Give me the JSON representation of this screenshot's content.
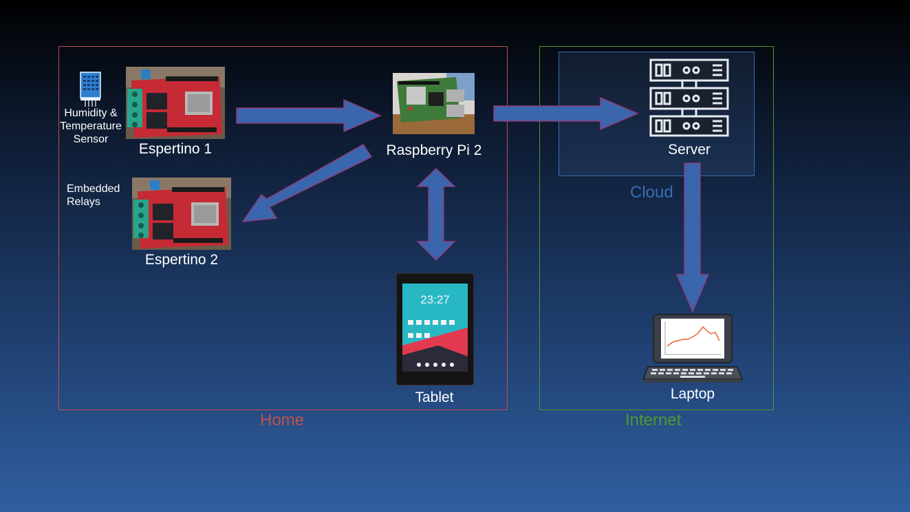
{
  "groups": {
    "home": {
      "label": "Home",
      "color": "#c0504d"
    },
    "internet": {
      "label": "Internet",
      "color": "#4e9a2e"
    },
    "cloud": {
      "label": "Cloud",
      "color": "#3a6db0"
    }
  },
  "nodes": {
    "sensor": {
      "label": "Humidity & Temperature Sensor"
    },
    "espertino1": {
      "label": "Espertino 1"
    },
    "relays": {
      "label": "Embedded Relays"
    },
    "espertino2": {
      "label": "Espertino 2"
    },
    "raspberry": {
      "label": "Raspberry Pi 2"
    },
    "tablet": {
      "label": "Tablet",
      "clock": "23:27"
    },
    "server": {
      "label": "Server"
    },
    "laptop": {
      "label": "Laptop"
    }
  },
  "edges": [
    {
      "from": "Espertino 1",
      "to": "Raspberry Pi 2"
    },
    {
      "from": "Raspberry Pi 2",
      "to": "Espertino 2"
    },
    {
      "from": "Raspberry Pi 2",
      "to": "Tablet",
      "bidirectional": true
    },
    {
      "from": "Raspberry Pi 2",
      "to": "Server"
    },
    {
      "from": "Server",
      "to": "Laptop"
    }
  ],
  "colors": {
    "arrow_fill": "#3a66ad",
    "arrow_stroke": "#8e3a7a"
  }
}
